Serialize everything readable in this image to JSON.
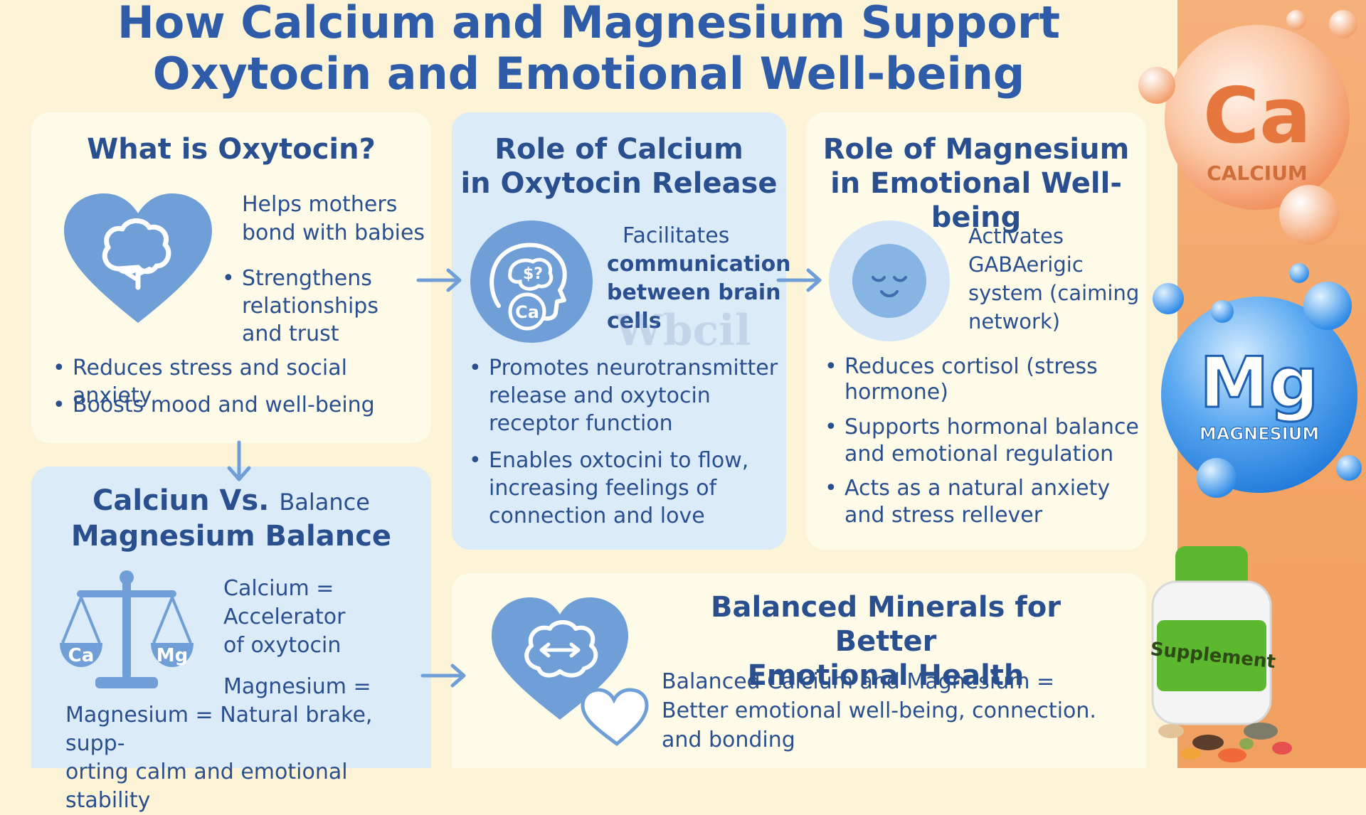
{
  "title": {
    "line1": "How Calcium and Magnesium Support",
    "line2": "Oxytocin and Emotional Well-being"
  },
  "oxytocin": {
    "title": "What is Oxytocin?",
    "point1_line1": "Helps mothers",
    "point1_line2": "bond with babies",
    "point2_line1": "Strengthens",
    "point2_line2": "relationships",
    "point2_line3": "and trust",
    "bullet3": "Reduces stress and social anxiety",
    "bullet4": "Boosts mood and well-being",
    "icon": "heart-brain-icon"
  },
  "calcium": {
    "title_line1": "Role of Calcium",
    "title_line2": "in Oxytocin Release",
    "facilitates_line1": "Facilitates",
    "facilitates_line2": "communication",
    "facilitates_line3": "between brain",
    "facilitates_line4": "cells",
    "icon_label": "Ca",
    "icon": "head-calcium-icon",
    "bullet1_line1": "Promotes neurotransmitter",
    "bullet1_line2": "release and oxytocin",
    "bullet1_line3": "receptor function",
    "bullet2_line1": "Enables oxtocini to flow,",
    "bullet2_line2": "increasing feelings of",
    "bullet2_line3": "connection and love",
    "watermark": "Wbcil"
  },
  "magnesium": {
    "title_line1": "Role of Magnesium",
    "title_line2": "in Emotional Well-being",
    "activates_line1": "Activates",
    "activates_line2": "GABAerigic",
    "activates_line3": "system (caiming",
    "activates_line4": "network)",
    "icon": "calm-face-icon",
    "bullet1_line1": "Reduces cortisol (stress",
    "bullet1_line2": "hormone)",
    "bullet2_line1": "Supports hormonal balance",
    "bullet2_line2": "and emotional regulation",
    "bullet3_line1": "Acts as a natural anxiety",
    "bullet3_line2": "and stress rellever"
  },
  "balance": {
    "title_part1": "Calciun Vs.",
    "title_part2": "Balance",
    "title_line2": "Magnesium Balance",
    "ca_label": "Ca",
    "mg_label": "Mg",
    "icon": "scale-icon",
    "calcium_line1": "Calcium =",
    "calcium_line2": "Accelerator",
    "calcium_line3": "of oxytocin",
    "magnesium_line0": "Magnesium =",
    "magnesium_line1": "Magnesium = Natural brake, supp-",
    "magnesium_line2": "orting calm and emotional stability"
  },
  "summary": {
    "title_line1": "Balanced Minerals for Better",
    "title_line2": "Emotional Health",
    "text_line1": "Balanced Calcium and Magnesium =",
    "text_line2": "Better emotional well-being, connection.",
    "text_line3": "and bonding",
    "icon": "heart-brain-icon"
  },
  "sidebar": {
    "ca_symbol": "Ca",
    "ca_name": "CALCIUM",
    "mg_symbol": "Mg",
    "mg_name": "MAGNESIUM",
    "bottle_label": "Supplement"
  },
  "colors": {
    "primary": "#2a4f8f",
    "title": "#2f5ca8",
    "icon_blue": "#6f9fd6",
    "calcium": "#f08a55",
    "magnesium": "#2f8be6",
    "bottle_green": "#5cb82e"
  }
}
